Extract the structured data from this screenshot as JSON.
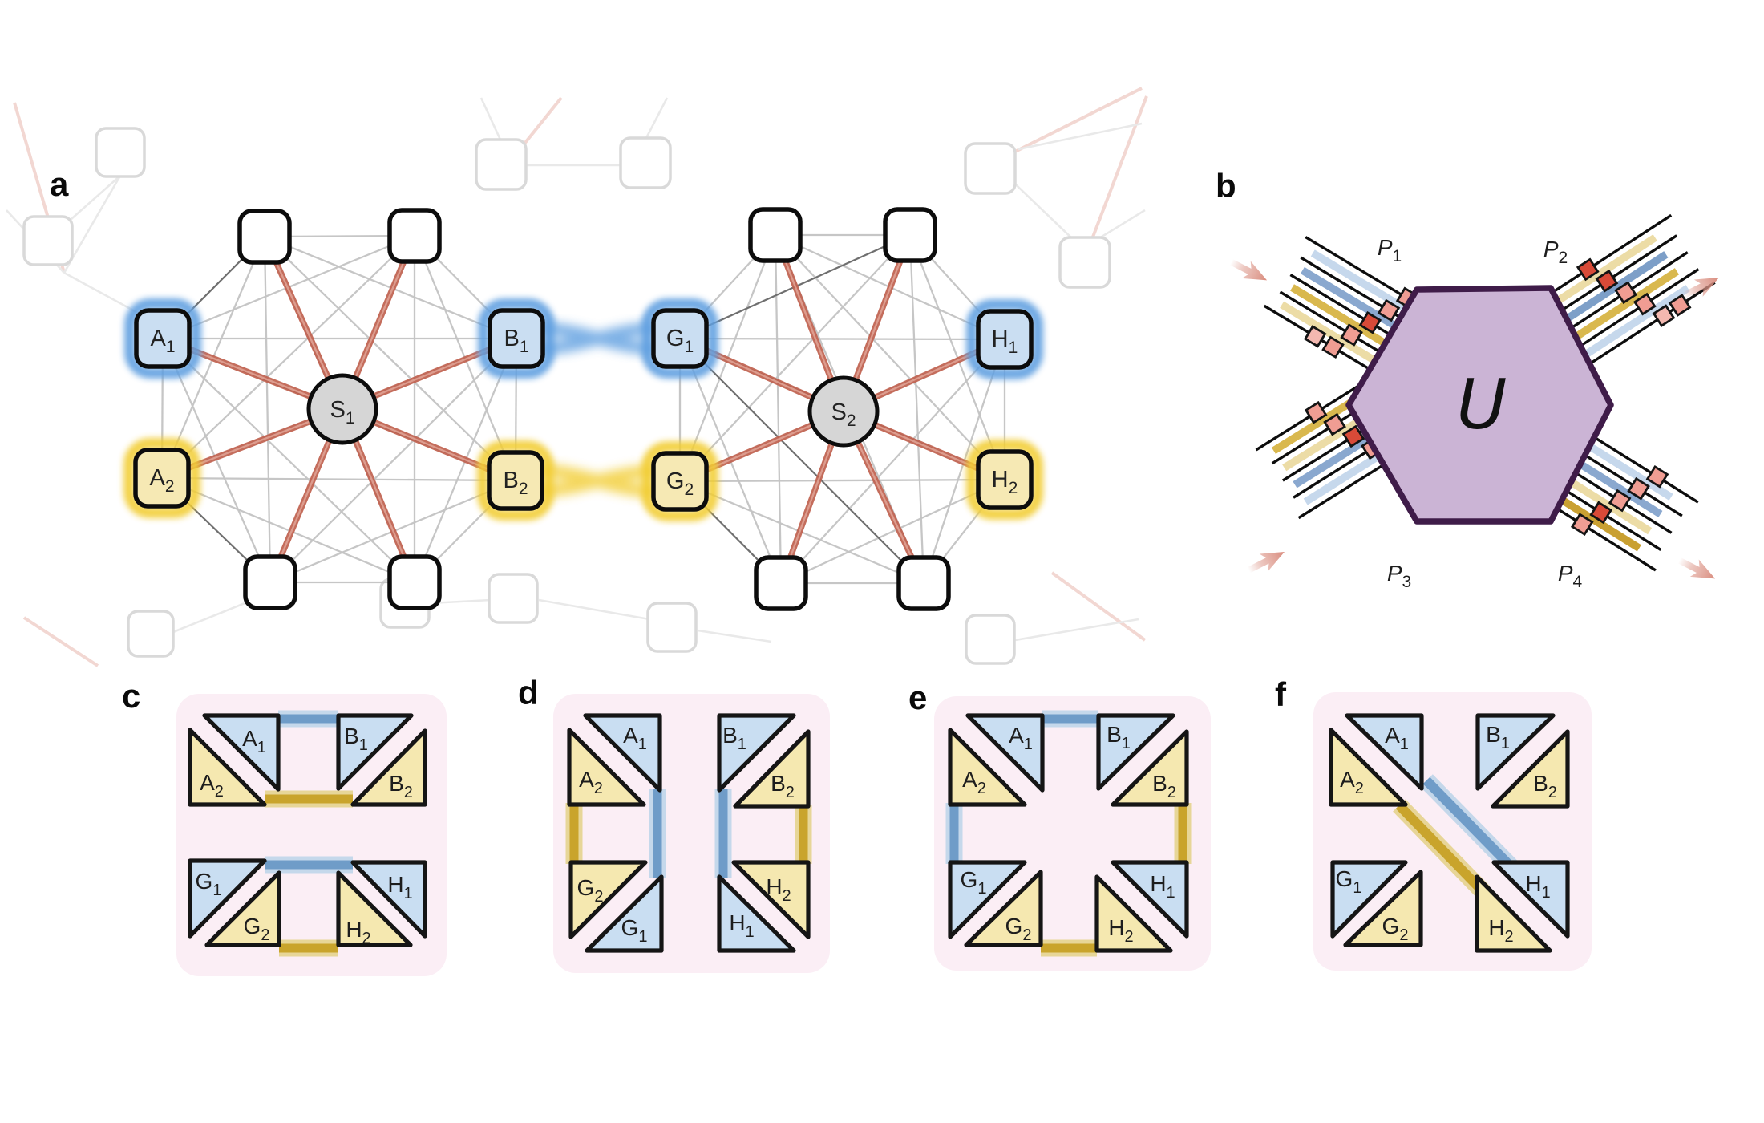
{
  "panel_a": {
    "label": "a",
    "hubs": [
      {
        "id": "S1",
        "base": "S",
        "sub": "1"
      },
      {
        "id": "S2",
        "base": "S",
        "sub": "2"
      }
    ],
    "nodes": [
      {
        "id": "A1",
        "base": "A",
        "sub": "1",
        "glow": "blue"
      },
      {
        "id": "A2",
        "base": "A",
        "sub": "2",
        "glow": "yellow"
      },
      {
        "id": "B1",
        "base": "B",
        "sub": "1",
        "glow": "blue"
      },
      {
        "id": "B2",
        "base": "B",
        "sub": "2",
        "glow": "yellow"
      },
      {
        "id": "G1",
        "base": "G",
        "sub": "1",
        "glow": "blue"
      },
      {
        "id": "G2",
        "base": "G",
        "sub": "2",
        "glow": "yellow"
      },
      {
        "id": "H1",
        "base": "H",
        "sub": "1",
        "glow": "blue"
      },
      {
        "id": "H2",
        "base": "H",
        "sub": "2",
        "glow": "yellow"
      }
    ],
    "entangled_links": [
      {
        "from": "B1",
        "to": "G1",
        "color": "blue"
      },
      {
        "from": "B2",
        "to": "G2",
        "color": "yellow"
      }
    ]
  },
  "panel_b": {
    "label": "b",
    "unitary_label": "U",
    "ports": [
      {
        "id": "P1",
        "base": "P",
        "sub": "1"
      },
      {
        "id": "P2",
        "base": "P",
        "sub": "2"
      },
      {
        "id": "P3",
        "base": "P",
        "sub": "3"
      },
      {
        "id": "P4",
        "base": "P",
        "sub": "4"
      }
    ]
  },
  "panel_c": {
    "label": "c",
    "tiles": [
      {
        "id": "A1",
        "base": "A",
        "sub": "1",
        "fill": "blue"
      },
      {
        "id": "A2",
        "base": "A",
        "sub": "2",
        "fill": "yellow"
      },
      {
        "id": "B1",
        "base": "B",
        "sub": "1",
        "fill": "blue"
      },
      {
        "id": "B2",
        "base": "B",
        "sub": "2",
        "fill": "yellow"
      },
      {
        "id": "G1",
        "base": "G",
        "sub": "1",
        "fill": "blue"
      },
      {
        "id": "G2",
        "base": "G",
        "sub": "2",
        "fill": "yellow"
      },
      {
        "id": "H1",
        "base": "H",
        "sub": "1",
        "fill": "blue"
      },
      {
        "id": "H2",
        "base": "H",
        "sub": "2",
        "fill": "yellow"
      }
    ],
    "links": [
      {
        "a": "A1",
        "b": "B1",
        "color": "blue"
      },
      {
        "a": "A2",
        "b": "B2",
        "color": "gold"
      },
      {
        "a": "G1",
        "b": "H1",
        "color": "blue"
      },
      {
        "a": "G2",
        "b": "H2",
        "color": "gold"
      }
    ]
  },
  "panel_d": {
    "label": "d",
    "tiles": [
      {
        "id": "A1",
        "base": "A",
        "sub": "1",
        "fill": "blue"
      },
      {
        "id": "A2",
        "base": "A",
        "sub": "2",
        "fill": "yellow"
      },
      {
        "id": "B1",
        "base": "B",
        "sub": "1",
        "fill": "blue"
      },
      {
        "id": "B2",
        "base": "B",
        "sub": "2",
        "fill": "yellow"
      },
      {
        "id": "G1",
        "base": "G",
        "sub": "1",
        "fill": "blue"
      },
      {
        "id": "G2",
        "base": "G",
        "sub": "2",
        "fill": "yellow"
      },
      {
        "id": "H1",
        "base": "H",
        "sub": "1",
        "fill": "blue"
      },
      {
        "id": "H2",
        "base": "H",
        "sub": "2",
        "fill": "yellow"
      }
    ],
    "links": [
      {
        "a": "A1",
        "b": "G1",
        "color": "blue"
      },
      {
        "a": "A2",
        "b": "G2",
        "color": "gold"
      },
      {
        "a": "B1",
        "b": "H1",
        "color": "blue"
      },
      {
        "a": "B2",
        "b": "H2",
        "color": "gold"
      }
    ]
  },
  "panel_e": {
    "label": "e",
    "tiles": [
      {
        "id": "A1",
        "base": "A",
        "sub": "1",
        "fill": "blue"
      },
      {
        "id": "A2",
        "base": "A",
        "sub": "2",
        "fill": "yellow"
      },
      {
        "id": "B1",
        "base": "B",
        "sub": "1",
        "fill": "blue"
      },
      {
        "id": "B2",
        "base": "B",
        "sub": "2",
        "fill": "yellow"
      },
      {
        "id": "G1",
        "base": "G",
        "sub": "1",
        "fill": "blue"
      },
      {
        "id": "G2",
        "base": "G",
        "sub": "2",
        "fill": "yellow"
      },
      {
        "id": "H1",
        "base": "H",
        "sub": "1",
        "fill": "blue"
      },
      {
        "id": "H2",
        "base": "H",
        "sub": "2",
        "fill": "yellow"
      }
    ],
    "links": [
      {
        "a": "A1",
        "b": "B1",
        "color": "blue"
      },
      {
        "a": "A2",
        "b": "G1",
        "color": "blue"
      },
      {
        "a": "B2",
        "b": "H1",
        "color": "gold"
      },
      {
        "a": "G2",
        "b": "H2",
        "color": "gold"
      }
    ]
  },
  "panel_f": {
    "label": "f",
    "tiles": [
      {
        "id": "A1",
        "base": "A",
        "sub": "1",
        "fill": "blue"
      },
      {
        "id": "A2",
        "base": "A",
        "sub": "2",
        "fill": "yellow"
      },
      {
        "id": "B1",
        "base": "B",
        "sub": "1",
        "fill": "blue"
      },
      {
        "id": "B2",
        "base": "B",
        "sub": "2",
        "fill": "yellow"
      },
      {
        "id": "G1",
        "base": "G",
        "sub": "1",
        "fill": "blue"
      },
      {
        "id": "G2",
        "base": "G",
        "sub": "2",
        "fill": "yellow"
      },
      {
        "id": "H1",
        "base": "H",
        "sub": "1",
        "fill": "blue"
      },
      {
        "id": "H2",
        "base": "H",
        "sub": "2",
        "fill": "yellow"
      }
    ],
    "links": [
      {
        "a": "A1",
        "b": "H1",
        "color": "blue"
      },
      {
        "a": "A2",
        "b": "H2",
        "color": "gold"
      }
    ]
  },
  "colors": {
    "node_blue": "#cadef2",
    "node_yellow": "#f6e9b4",
    "node_white": "#ffffff",
    "hub_gray": "#d6d6d6",
    "glow_blue": "#5f9fe0",
    "glow_yellow": "#f2cd35",
    "edge_gray": "#c4c4c4",
    "edge_dark": "#6f6f6f",
    "edge_red": "#c0614f",
    "edge_red_light": "#e0a294",
    "panel_pink": "#fbeef5",
    "tri_blue": "#c9def2",
    "tri_yellow": "#f5e8b0",
    "tri_border": "#151515",
    "bar_blue_core": "#6f9cc8",
    "bar_blue_halo": "#c2d6ea",
    "bar_gold_core": "#c9a42c",
    "bar_gold_halo": "#e6d492",
    "hex_fill": "#cbb4d5",
    "hex_border": "#3f1c49",
    "ribbon_blue_pale": "#c6d8ec",
    "ribbon_blue": "#8aa8cf",
    "ribbon_blue_deep": "#7d9fc8",
    "ribbon_gold": "#d9b84e",
    "ribbon_gold_light": "#ecdca6",
    "ribbon_gold_deep": "#c9a032",
    "sq_pink": "#f09d93",
    "sq_red": "#d84a38",
    "sq_pale": "#f3b8b0",
    "arrow_pink": "#dd998c",
    "ghost_stroke": "#d9d9d9",
    "ghost_line": "#e9e9e9",
    "ghost_pink": "#f2d7d2"
  }
}
